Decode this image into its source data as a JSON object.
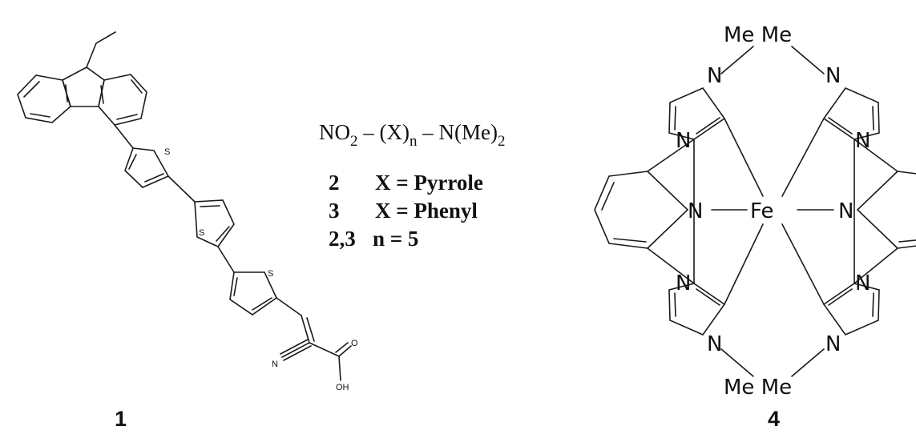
{
  "compound1": {
    "label": "1",
    "atoms": {
      "s1": "S",
      "s2": "S",
      "s3": "S",
      "n": "N",
      "o": "O",
      "oh": "OH"
    }
  },
  "middle": {
    "formula": {
      "no": "NO",
      "no_sub": "2",
      "dash1": " – (X)",
      "n_sub": "n",
      "dash2": " – N(Me)",
      "me_sub": "2"
    },
    "lines": [
      {
        "num": "2",
        "text": "X = Pyrrole"
      },
      {
        "num": "3",
        "text": "X = Phenyl"
      },
      {
        "num": "2,3",
        "text": "n = 5"
      }
    ]
  },
  "compound4": {
    "label": "4",
    "metal": "Fe",
    "me_top": "Me Me",
    "me_bottom": "Me Me",
    "nitrogen": "N"
  },
  "colors": {
    "ink": "#111111",
    "background": "#ffffff"
  }
}
